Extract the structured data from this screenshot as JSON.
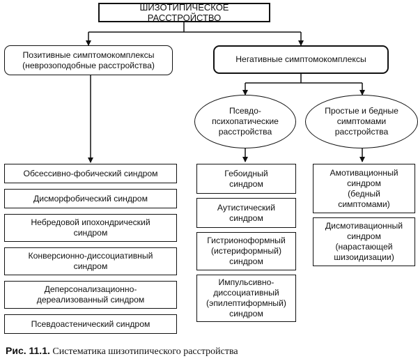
{
  "root": "ШИЗОТИПИЧЕСКОЕ РАССТРОЙСТВО",
  "positive": "Позитивные симптомокомплексы\n(неврозоподобные расстройства)",
  "negative": "Негативные симптомокомплексы",
  "pseudo": "Псевдо-\nпсихопатические\nрасстройства",
  "simple": "Простые и бедные\nсимптомами\nрасстройства",
  "positive_items": [
    "Обсессивно-фобический синдром",
    "Дисморфобический синдром",
    "Небредовой ипохондрический\nсиндром",
    "Конверсионно-диссоциативный\nсиндром",
    "Деперсонализационно-\nдереализованный синдром",
    "Псевдоастенический синдром"
  ],
  "pseudo_items": [
    "Гебоидный\nсиндром",
    "Аутистический\nсиндром",
    "Гистрионоформный\n(истериформный)\nсиндром",
    "Импульсивно-\nдиссоциативный\n(эпилептиформный)\nсиндром"
  ],
  "simple_items": [
    "Амотивационный\nсиндром\n(бедный\nсимптомами)",
    "Дисмотивационный\nсиндром\n(нарастающей\nшизоидизации)"
  ],
  "caption": {
    "label": "Рис. 11.1.",
    "text": " Систематика шизотипического расстройства"
  }
}
